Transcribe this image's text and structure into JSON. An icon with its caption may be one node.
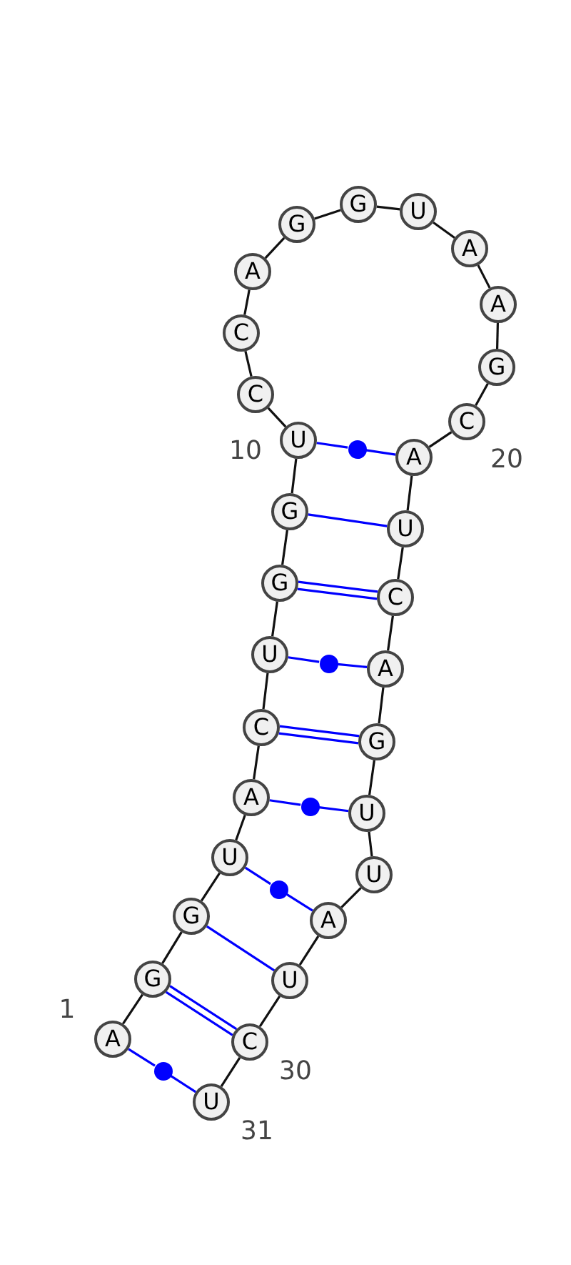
{
  "diagram": {
    "nodes": [
      {
        "text": [
          "A"
        ],
        "beside": [
          "1"
        ]
      },
      {
        "text": [
          "G"
        ]
      },
      {
        "text": [
          "G"
        ]
      },
      {
        "text": [
          "U"
        ]
      },
      {
        "text": [
          "A"
        ]
      },
      {
        "text": [
          "C"
        ]
      },
      {
        "text": [
          "U"
        ]
      },
      {
        "text": [
          "G"
        ]
      },
      {
        "text": [
          "G"
        ]
      },
      {
        "text": [
          "U"
        ],
        "beside": [
          "10"
        ]
      },
      {
        "text": [
          "C"
        ]
      },
      {
        "text": [
          "C"
        ]
      },
      {
        "text": [
          "A"
        ]
      },
      {
        "text": [
          "G"
        ]
      },
      {
        "text": [
          "G"
        ]
      },
      {
        "text": [
          "U"
        ]
      },
      {
        "text": [
          "A"
        ]
      },
      {
        "text": [
          "A"
        ]
      },
      {
        "text": [
          "G"
        ]
      },
      {
        "text": [
          "C"
        ],
        "beside": [
          "20"
        ]
      },
      {
        "text": [
          "A"
        ]
      },
      {
        "text": [
          "U"
        ]
      },
      {
        "text": [
          "C"
        ]
      },
      {
        "text": [
          "A"
        ]
      },
      {
        "text": [
          "G"
        ]
      },
      {
        "text": [
          "U"
        ]
      },
      {
        "text": [
          "U"
        ]
      },
      {
        "text": [
          "A"
        ]
      },
      {
        "text": [
          "U"
        ]
      },
      {
        "text": [
          "C"
        ],
        "beside": [
          "30"
        ]
      },
      {
        "text": [
          "U"
        ],
        "beside": [
          "31"
        ]
      },
      {
        "text": [],
        "shape": "circle"
      },
      {
        "text": [],
        "shape": "circle"
      },
      {
        "text": [],
        "shape": "circle"
      },
      {
        "text": [],
        "shape": "circle"
      },
      {
        "text": [],
        "shape": "circle"
      }
    ],
    "edges": [
      {
        "from": 0,
        "to": 1,
        "arrow": "none"
      },
      {
        "from": 1,
        "to": 2,
        "arrow": "none"
      },
      {
        "from": 2,
        "to": 3,
        "arrow": "none"
      },
      {
        "from": 3,
        "to": 4,
        "arrow": "none"
      },
      {
        "from": 4,
        "to": 5,
        "arrow": "none"
      },
      {
        "from": 5,
        "to": 6,
        "arrow": "none"
      },
      {
        "from": 6,
        "to": 7,
        "arrow": "none"
      },
      {
        "from": 7,
        "to": 8,
        "arrow": "none"
      },
      {
        "from": 8,
        "to": 9,
        "arrow": "none"
      },
      {
        "from": 9,
        "to": 10,
        "arrow": "none"
      },
      {
        "from": 10,
        "to": 11,
        "arrow": "none"
      },
      {
        "from": 11,
        "to": 12,
        "arrow": "none"
      },
      {
        "from": 12,
        "to": 13,
        "arrow": "none"
      },
      {
        "from": 13,
        "to": 14,
        "arrow": "none"
      },
      {
        "from": 14,
        "to": 15,
        "arrow": "none"
      },
      {
        "from": 15,
        "to": 16,
        "arrow": "none"
      },
      {
        "from": 16,
        "to": 17,
        "arrow": "none"
      },
      {
        "from": 17,
        "to": 18,
        "arrow": "none"
      },
      {
        "from": 18,
        "to": 19,
        "arrow": "none"
      },
      {
        "from": 19,
        "to": 20,
        "arrow": "none"
      },
      {
        "from": 20,
        "to": 21,
        "arrow": "none"
      },
      {
        "from": 21,
        "to": 22,
        "arrow": "none"
      },
      {
        "from": 22,
        "to": 23,
        "arrow": "none"
      },
      {
        "from": 23,
        "to": 24,
        "arrow": "none"
      },
      {
        "from": 24,
        "to": 25,
        "arrow": "none"
      },
      {
        "from": 25,
        "to": 26,
        "arrow": "none"
      },
      {
        "from": 26,
        "to": 27,
        "arrow": "none"
      },
      {
        "from": 27,
        "to": 28,
        "arrow": "none"
      },
      {
        "from": 28,
        "to": 29,
        "arrow": "none"
      },
      {
        "from": 29,
        "to": 30,
        "arrow": "none"
      },
      {
        "from": 9,
        "to": 31,
        "arrow": "none",
        "color": "#0000ff"
      },
      {
        "from": 31,
        "to": 20,
        "arrow": "none",
        "color": "#0000ff"
      },
      {
        "from": 8,
        "to": 21,
        "arrow": "none",
        "color": "#0000ff"
      },
      {
        "from": 7,
        "to": 22,
        "arrow": "none",
        "color": "#0000ff"
      },
      {
        "from": 7,
        "to": 22,
        "arrow": "none",
        "color": "#0000ff"
      },
      {
        "from": 6,
        "to": 32,
        "arrow": "none",
        "color": "#0000ff"
      },
      {
        "from": 32,
        "to": 23,
        "arrow": "none",
        "color": "#0000ff"
      },
      {
        "from": 5,
        "to": 24,
        "arrow": "none",
        "color": "#0000ff"
      },
      {
        "from": 5,
        "to": 24,
        "arrow": "none",
        "color": "#0000ff"
      },
      {
        "from": 4,
        "to": 33,
        "arrow": "none",
        "color": "#0000ff"
      },
      {
        "from": 33,
        "to": 25,
        "arrow": "none",
        "color": "#0000ff"
      },
      {
        "from": 3,
        "to": 34,
        "arrow": "none",
        "color": "#0000ff"
      },
      {
        "from": 34,
        "to": 27,
        "arrow": "none",
        "color": "#0000ff"
      },
      {
        "from": 2,
        "to": 28,
        "arrow": "none",
        "color": "#0000ff"
      },
      {
        "from": 1,
        "to": 29,
        "arrow": "none",
        "color": "#0000ff"
      },
      {
        "from": 1,
        "to": 29,
        "arrow": "none",
        "color": "#0000ff"
      },
      {
        "from": 0,
        "to": 35,
        "arrow": "none",
        "color": "#0000ff"
      },
      {
        "from": 35,
        "to": 30,
        "arrow": "none",
        "color": "#0000ff"
      }
    ]
  }
}
